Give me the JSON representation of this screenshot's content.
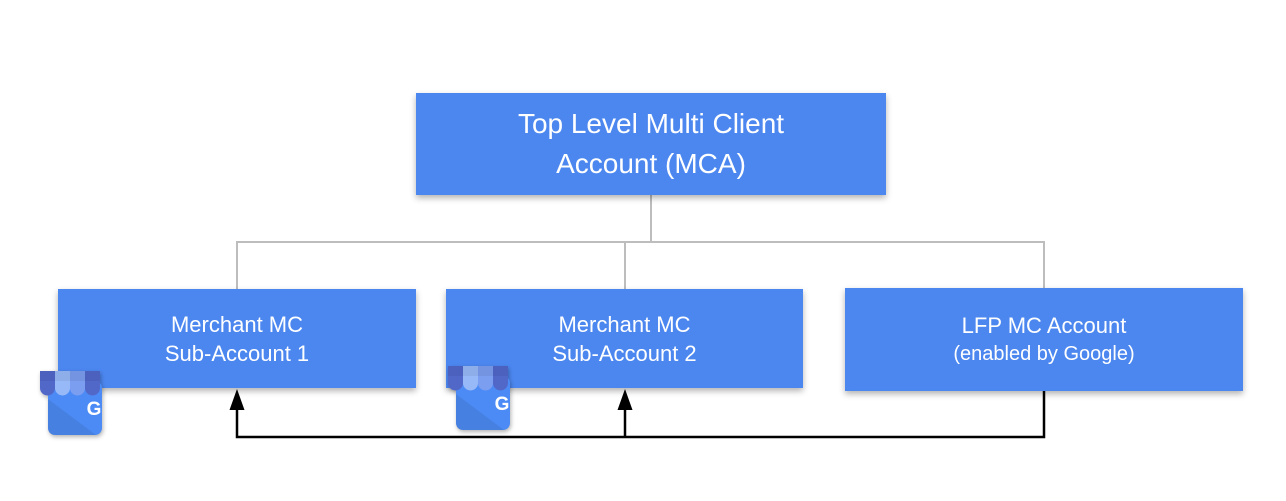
{
  "nodes": {
    "root": {
      "line1": "Top Level Multi Client",
      "line2": "Account (MCA)"
    },
    "sub1": {
      "line1": "Merchant MC",
      "line2": "Sub-Account 1"
    },
    "sub2": {
      "line1": "Merchant MC",
      "line2": "Sub-Account 2"
    },
    "lfp": {
      "line1": "LFP MC Account",
      "line2": "(enabled by Google)"
    }
  },
  "icons": {
    "gmb_icon_name": "google-my-business-storefront",
    "gmb_g_letter": "G"
  },
  "colors": {
    "background": "#FFFFFF",
    "node_fill": "#4C87F0",
    "node_text": "#FFFFFF",
    "connector_gray": "#BDBDBD",
    "connector_black": "#000000",
    "gmb_body": "#4C8BF5",
    "gmb_awning_dark": "#5168C9",
    "gmb_awning_light": "#97B9F8",
    "gmb_awning_medium": "#7C9EF1"
  }
}
